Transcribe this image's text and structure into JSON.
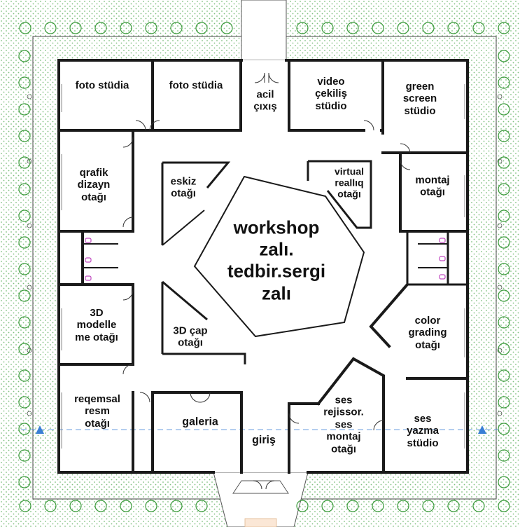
{
  "colors": {
    "wall": "#1a1a1a",
    "landscape_dots": "#7fbf7f",
    "tree": "#3a9a3a",
    "fixture": "#c04ac0",
    "marker": "#3a7fd5"
  },
  "rooms": {
    "foto_studia_1": "foto stüdia",
    "foto_studia_2": "foto stüdia",
    "acil_cixis": "acil\nçıxış",
    "video_studio": "video\nçekiliş\nstüdio",
    "green_screen": "green\nscreen\nstüdio",
    "qrafik_dizayn": "qrafik\ndizayn\notağı",
    "eskiz": "eskiz\notağı",
    "virtual_reality": "virtual\nreallıq\notağı",
    "montaj": "montaj\notağı",
    "workshop": "workshop\nzalı.\ntedbir.sergi\nzalı",
    "modelling_3d": "3D\nmodelle\nme otağı",
    "print_3d": "3D çap\notağı",
    "color_grading": "color\ngrading\notağı",
    "reqemsal": "reqemsal\nresm\notağı",
    "galeria": "galeria",
    "giris": "giriş",
    "ses_rejissor": "ses\nrejissor.\nses\nmontaj\notağı",
    "ses_yazma": "ses\nyazma\nstüdio"
  }
}
